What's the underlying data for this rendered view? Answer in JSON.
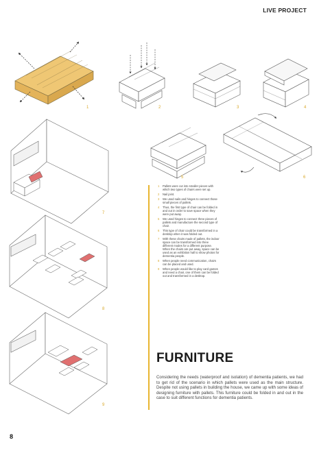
{
  "header": {
    "title": "LIVE PROJECT"
  },
  "steps": [
    "1",
    "2",
    "3",
    "4",
    "5",
    "6",
    "7",
    "8",
    "9"
  ],
  "notes": [
    {
      "n": "1",
      "text": "Pallets were cut into smaller pieces with which two types of chairs were set up."
    },
    {
      "n": "2",
      "text": "Nail joint."
    },
    {
      "n": "3",
      "text": "We used nails and hinges to connect those small pieces of pallets."
    },
    {
      "n": "4",
      "text": "Thus, the first type of chair can be folded in and out in order to save space when they were put away."
    },
    {
      "n": "5",
      "text": "We used hinges to connect three pieces of pallets and manufacture the second type of chair."
    },
    {
      "n": "6",
      "text": "This type of chair could be transformed in a desktop when it was folded out."
    },
    {
      "n": "7",
      "text": "With these chairs made of pallets, the indoor space can be transformed into three different modes for a different purpose. When the chairs are put away, space can be used as an exhibition hall to show photos for dementia people."
    },
    {
      "n": "8",
      "text": "When people need communication, chairs can be placed and used."
    },
    {
      "n": "9",
      "text": "When people would like to play card games and need a chair, one of them can be folded out and transformed in a desktop."
    }
  ],
  "section": {
    "title": "FURNITURE",
    "description": "Considering the needs (waterproof and isolation) of dementia patients, we had to get rid of the scenario in which pallets were used as the main structure. Despite not using pallets in building the house, we came up with some ideas of designing furniture with pallets. This furniture could be folded in and out in the case to suit different functions for dementia patients."
  },
  "page_number": "8",
  "colors": {
    "accent": "#E8B530",
    "pallet_fill": "#EFC774",
    "highlight": "#E07070",
    "line": "#555555"
  }
}
